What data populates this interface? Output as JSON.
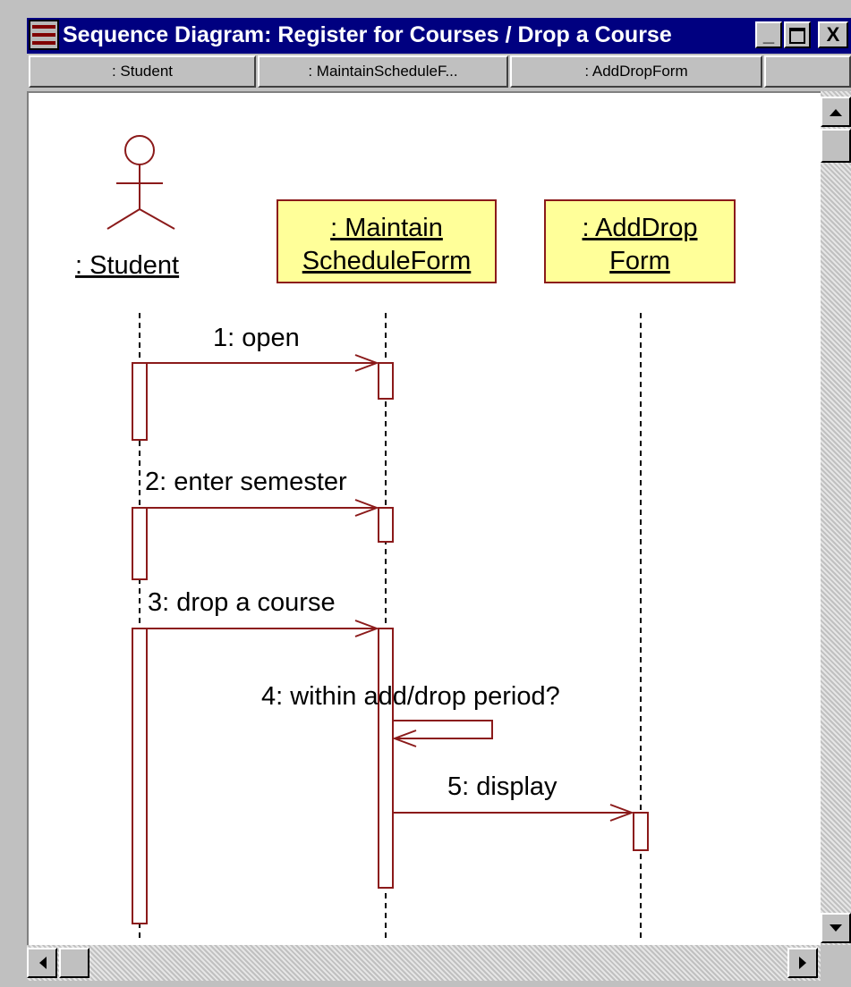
{
  "window": {
    "title": "Sequence Diagram: Register for Courses / Drop a Course",
    "title_bar_color": "#000080",
    "controls": {
      "minimize_glyph": "_",
      "maximize_glyph": "□",
      "close_glyph": "X"
    }
  },
  "header_tabs": [
    {
      "label": ": Student"
    },
    {
      "label": ": MaintainScheduleF..."
    },
    {
      "label": ": AddDropForm"
    }
  ],
  "diagram": {
    "line_color": "#8b1a1a",
    "object_fill": "#ffff99",
    "actor": {
      "name": ": Student"
    },
    "objects": [
      {
        "line1": ": Maintain",
        "line2": "ScheduleForm"
      },
      {
        "line1": ": AddDrop",
        "line2": "Form"
      }
    ],
    "messages": [
      {
        "label": "1: open"
      },
      {
        "label": "2: enter semester"
      },
      {
        "label": "3: drop a course"
      },
      {
        "label": "4: within add/drop period?"
      },
      {
        "label": "5: display"
      }
    ]
  },
  "scrollbars": {
    "up_icon": "triangle-up",
    "down_icon": "triangle-down",
    "left_icon": "triangle-left",
    "right_icon": "triangle-right"
  }
}
